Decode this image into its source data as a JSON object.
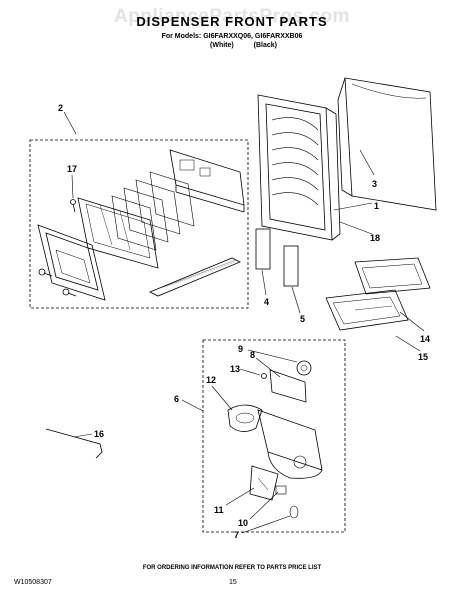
{
  "watermark": "AppliancePartsPros.com",
  "header": {
    "title": "DISPENSER FRONT PARTS",
    "models_line": "For Models: GI6FARXXQ06, GI6FARXXB06",
    "variants": [
      "(White)",
      "(Black)"
    ]
  },
  "callouts": [
    "2",
    "17",
    "3",
    "1",
    "18",
    "4",
    "5",
    "14",
    "15",
    "9",
    "8",
    "13",
    "12",
    "6",
    "16",
    "11",
    "10",
    "7"
  ],
  "footer": {
    "note": "FOR ORDERING INFORMATION REFER TO PARTS PRICE LIST",
    "doc_number": "W10508307",
    "page_number": "15"
  }
}
